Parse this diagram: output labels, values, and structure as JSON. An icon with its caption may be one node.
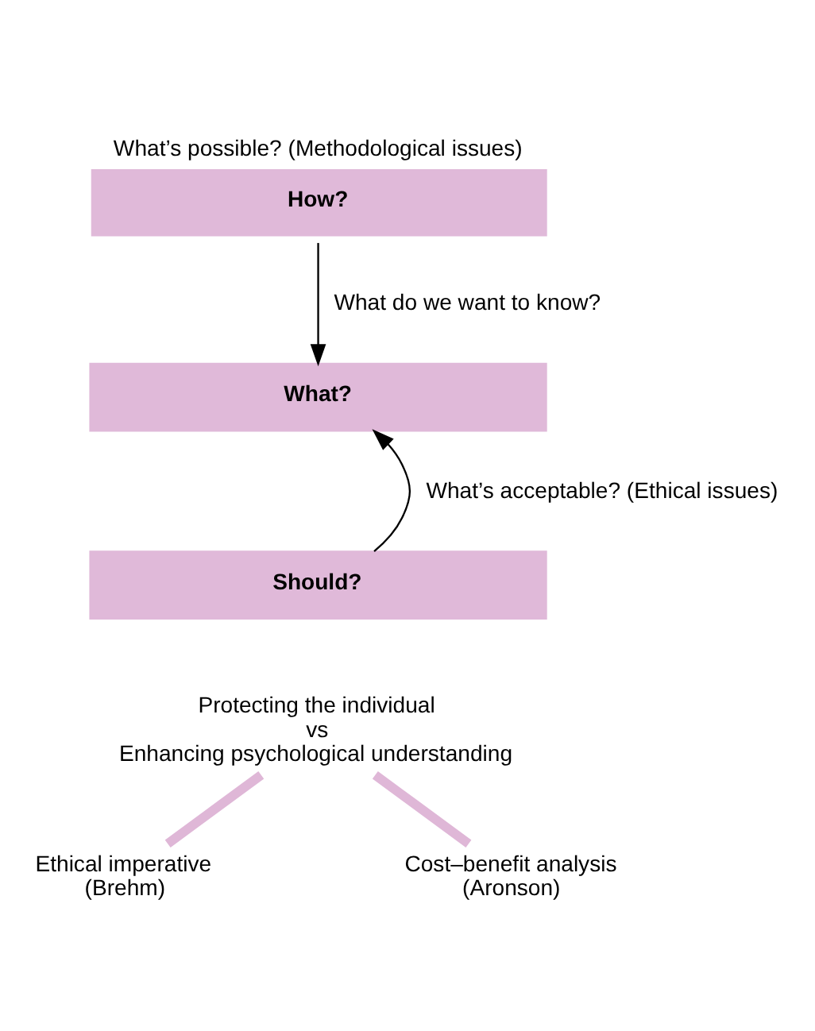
{
  "diagram": {
    "nodes": [
      {
        "text": [
          "How?"
        ],
        "beside": [
          "What’s possible? (Methodological issues)"
        ]
      },
      {
        "text": [
          "What?"
        ]
      },
      {
        "text": [
          "Should?"
        ]
      },
      {
        "text": [
          "Protecting the individual",
          "vs",
          "Enhancing psychological understanding"
        ]
      },
      {
        "text": [
          "Ethical imperative",
          "(Brehm)"
        ]
      },
      {
        "text": [
          "Cost–benefit analysis",
          "(Aronson)"
        ]
      }
    ],
    "edges": [
      {
        "from": 0,
        "to": 1,
        "arrow": "to",
        "label": "What do we want to know?"
      },
      {
        "from": 2,
        "to": 1,
        "arrow": "to",
        "label": "What’s acceptable? (Ethical issues)"
      },
      {
        "from": 3,
        "to": 4,
        "arrow": "none",
        "style": "thick",
        "color": "#dfb7d7"
      },
      {
        "from": 3,
        "to": 5,
        "arrow": "none",
        "style": "thick",
        "color": "#dfb7d7"
      }
    ]
  }
}
